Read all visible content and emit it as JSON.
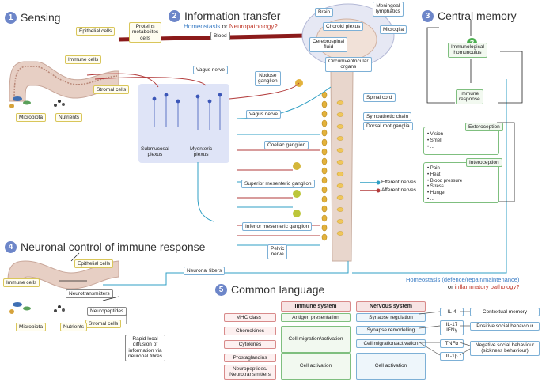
{
  "sections": {
    "s1": {
      "num": "1",
      "title": "Sensing"
    },
    "s2": {
      "num": "2",
      "title": "Information transfer"
    },
    "s3": {
      "num": "3",
      "title": "Central memory"
    },
    "s4": {
      "num": "4",
      "title": "Neuronal control of immune response"
    },
    "s5": {
      "num": "5",
      "title": "Common language"
    }
  },
  "s2_subtitle": {
    "a": "Homeostasis",
    "b": "or",
    "c": "Neuropathology?"
  },
  "sensing": {
    "epithelial": "Epithelial cells",
    "proteins": "Proteins\nmetabolites\ncells",
    "immune": "Immune cells",
    "stromal": "Stromal cells",
    "microbiota": "Microbiota",
    "nutrients": "Nutrients"
  },
  "transfer": {
    "blood": "Blood",
    "vagus_top": "Vagus nerve",
    "vagus_mid": "Vagus nerve",
    "nodose": "Nodose\nganglion",
    "submucosal": "Submucosal\nplexus",
    "myenteric": "Myenteric\nplexus",
    "coeliac": "Coeliac ganglion",
    "superior": "Superior mesenteric ganglion",
    "inferior": "Inferior mesenteric ganglion",
    "pelvic": "Pelvic\nnerve",
    "spinal": "Spinal cord",
    "sympathetic": "Sympathetic chain",
    "drg": "Dorsal root ganglia",
    "efferent": "Efferent nerves",
    "afferent": "Afferent nerves"
  },
  "brain": {
    "brain": "Brain",
    "meningeal": "Meningeal\nlymphatics",
    "choroid": "Choroid plexus",
    "microglia": "Microglia",
    "csf": "Cerebrospinal\nfluid",
    "cvo": "Circumventricular\norgans"
  },
  "memory": {
    "question": "?",
    "homunculus": "Immunological\nhomunculus",
    "immune_response": "Immune\nresponse",
    "extero_title": "Exteroception",
    "extero_items": [
      "Vision",
      "Smell",
      "..."
    ],
    "intero_title": "Interoception",
    "intero_items": [
      "Pain",
      "Heat",
      "Blood pressure",
      "Stress",
      "Hunger",
      "..."
    ]
  },
  "control": {
    "epithelial": "Epithelial cells",
    "immune": "Immune cells",
    "neuronal_fibers": "Neuronal fibers",
    "neurotransmitters": "Neurotransmitters",
    "neuropeptides": "Neuropeptides",
    "stromal": "Stromal cells",
    "microbiota": "Microbiota",
    "nutrients": "Nutrients",
    "diffusion": "Rapid local\ndiffusion of\ninformation via\nneuronal fibres"
  },
  "homeostasis_bottom": {
    "a": "Homeostasis (defence/repair/maintenance)",
    "b": "or",
    "c": "inflammatory pathology?"
  },
  "language": {
    "head_immune": "Immune system",
    "head_nervous": "Nervous system",
    "molecules": [
      "MHC class I",
      "Chemokines",
      "Cytokines",
      "Prostaglandins",
      "Neuropeptides/\nNeurotransmitters"
    ],
    "immune_funcs": [
      "Antigen presentation",
      "Cell migration/activation",
      "Cell activation"
    ],
    "nervous_funcs": [
      "Synapse regulation",
      "Synapse remodelling",
      "Cell migration/activation",
      "Cell activation"
    ],
    "cytokines": [
      "IL-4",
      "IL-17\nIFNγ",
      "TNFα",
      "IL-1β"
    ],
    "behaviours": [
      "Contextual memory",
      "Positive social behaviour",
      "Negative social behaviour\n(sickness behaviour)"
    ]
  },
  "colors": {
    "accent": "#6d86c9",
    "efferent": "#2f9fc4",
    "afferent": "#b23a3a",
    "blood": "#8b1a1a",
    "ganglion": "#e3b23c",
    "plexus_bg": "#dfe4f7"
  }
}
